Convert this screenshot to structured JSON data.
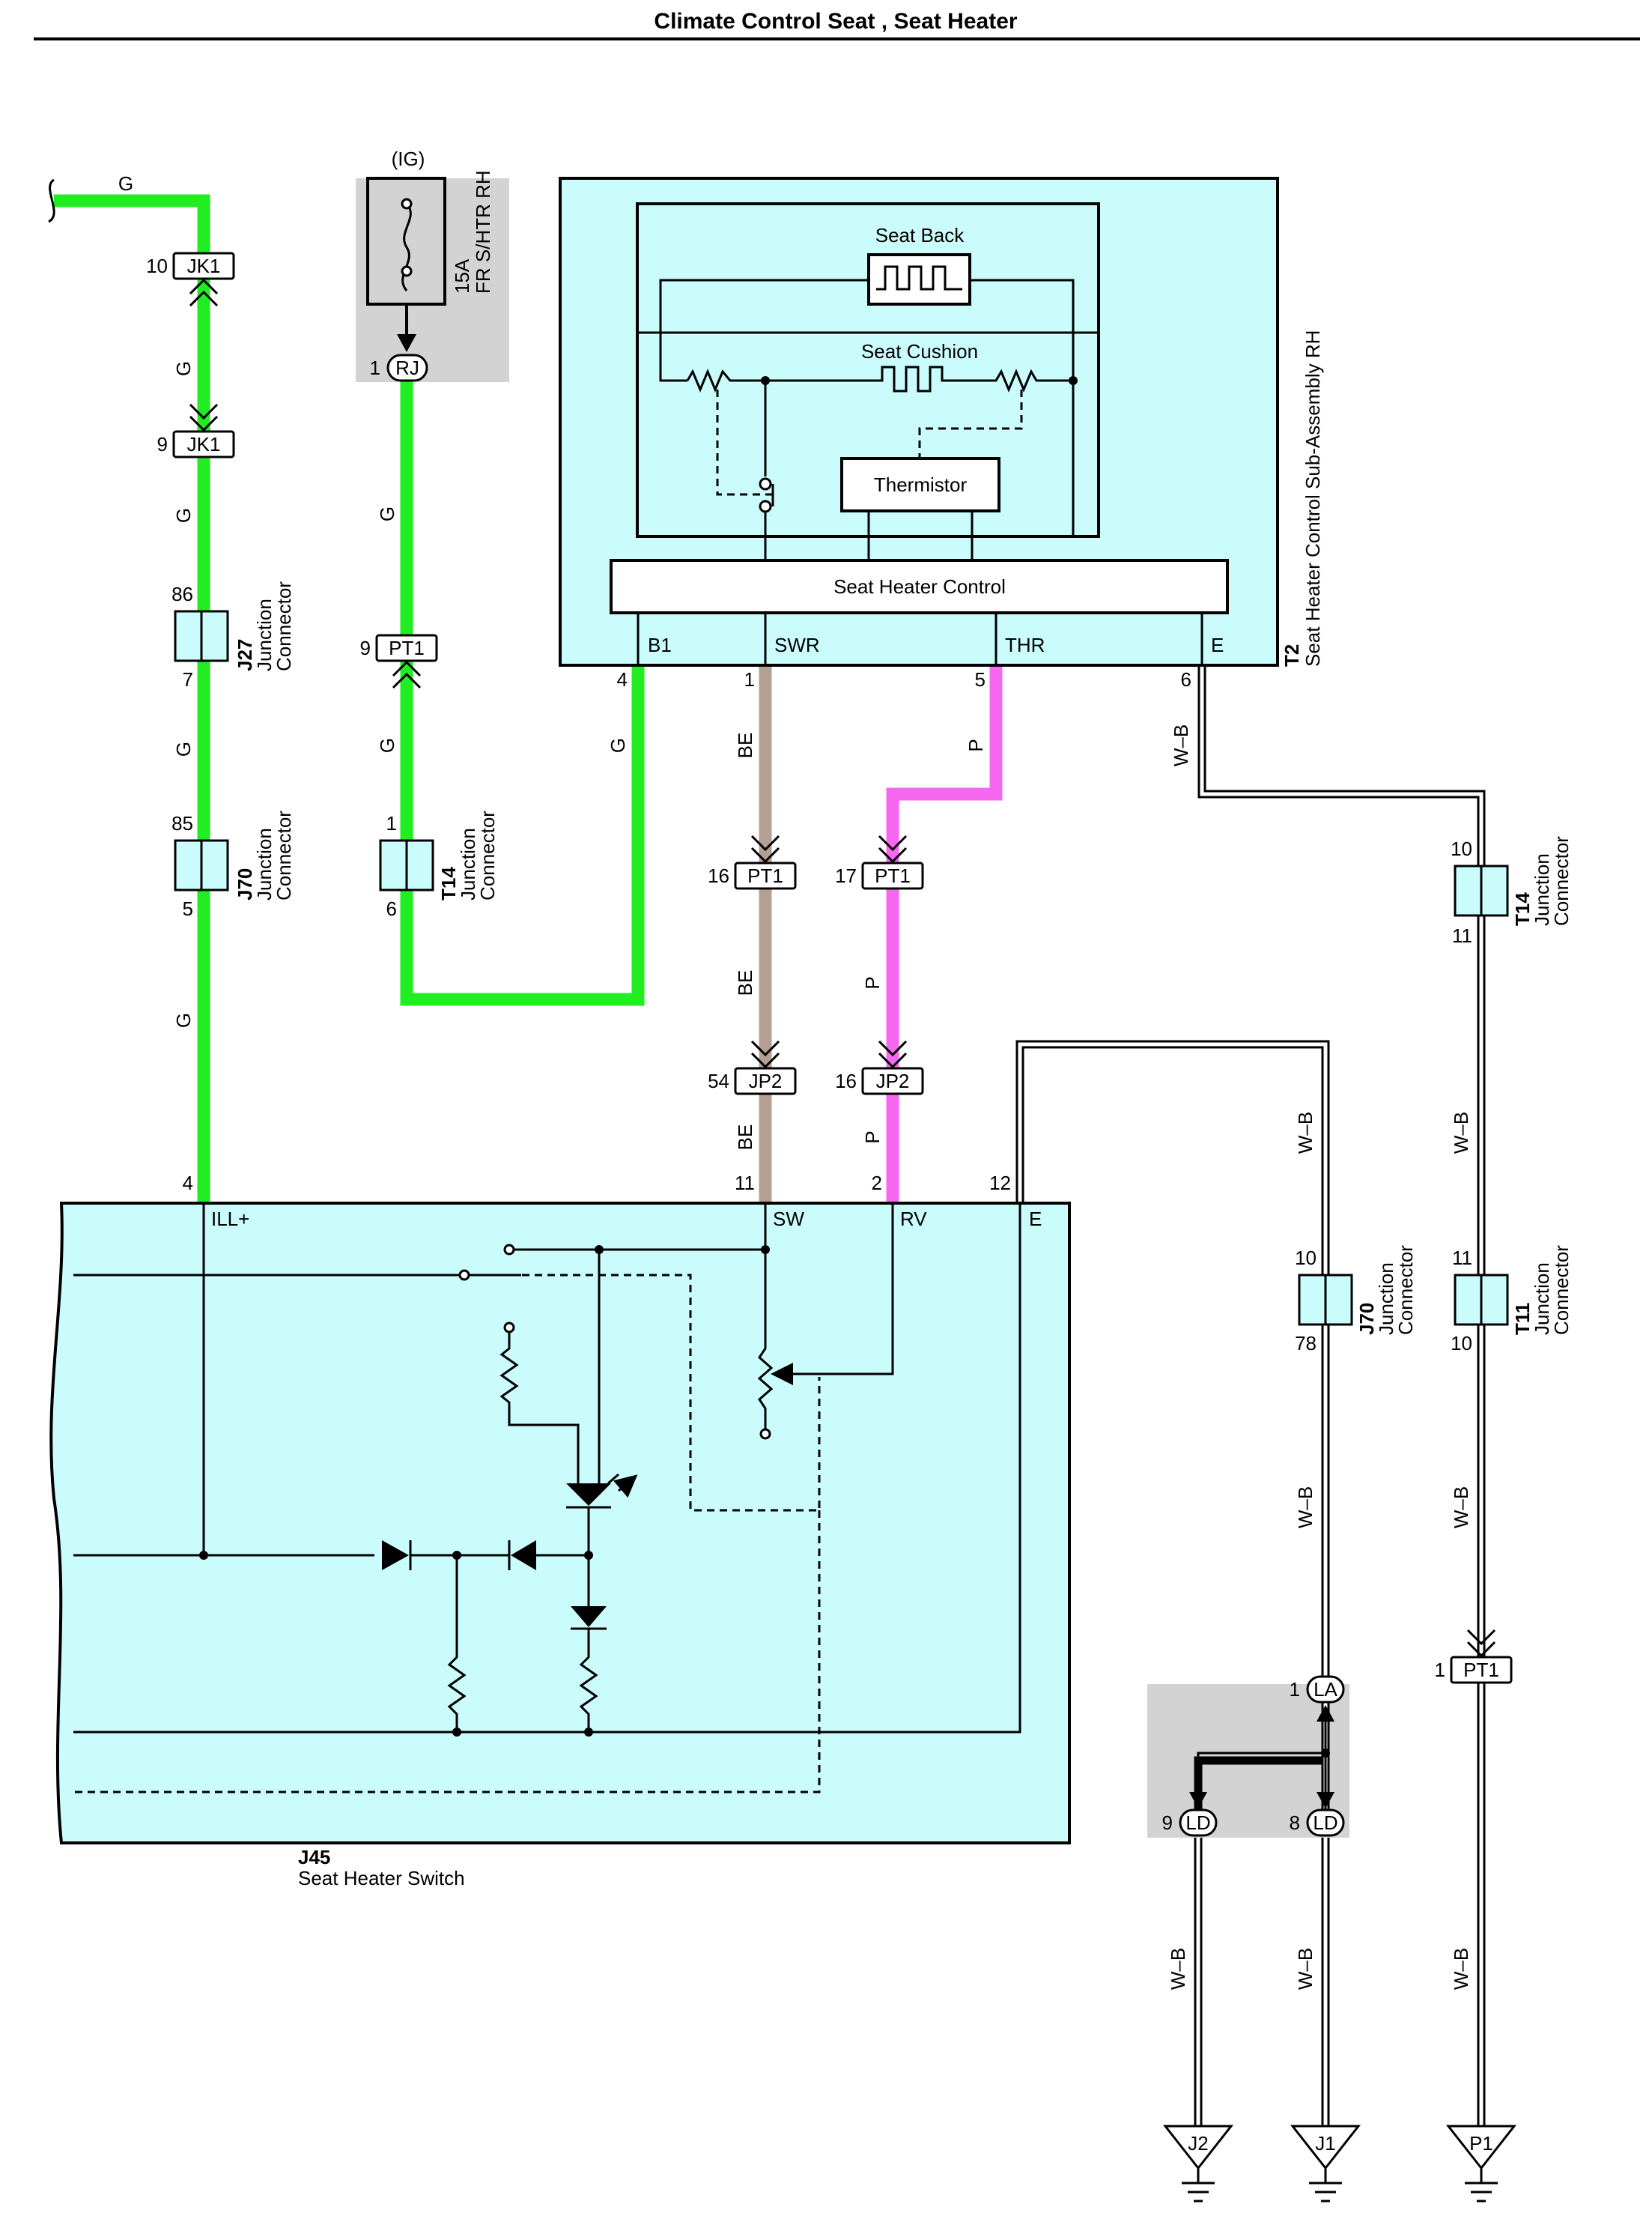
{
  "title": "Climate Control Seat , Seat Heater",
  "fuse": {
    "ig": "(IG)",
    "rating": "15A",
    "name": "FR S/HTR RH",
    "pin": "1",
    "connector": "RJ"
  },
  "module_t2": {
    "id": "T2",
    "name": "Seat Heater Control Sub-Assembly RH",
    "seat_back": "Seat Back",
    "seat_cushion": "Seat Cushion",
    "thermistor": "Thermistor",
    "controller": "Seat Heater Control",
    "terminals": {
      "b1": "B1",
      "swr": "SWR",
      "thr": "THR",
      "e": "E"
    },
    "pins": {
      "b1": "4",
      "swr": "1",
      "thr": "5",
      "e": "6"
    }
  },
  "switch_j45": {
    "id": "J45",
    "name": "Seat Heater Switch",
    "terminals": {
      "ill": "ILL+",
      "sw": "SW",
      "rv": "RV",
      "e": "E"
    },
    "pins": {
      "ill": "4",
      "sw": "11",
      "rv": "2",
      "e": "12"
    }
  },
  "junctions": {
    "j27": {
      "id": "J27",
      "label1": "Junction",
      "label2": "Connector",
      "pin_top": "86",
      "pin_bottom": "7"
    },
    "j70_left": {
      "id": "J70",
      "label1": "Junction",
      "label2": "Connector",
      "pin_top": "85",
      "pin_bottom": "5"
    },
    "t14_left": {
      "id": "T14",
      "label1": "Junction",
      "label2": "Connector",
      "pin_top": "1",
      "pin_bottom": "6"
    },
    "t14_right": {
      "id": "T14",
      "label1": "Junction",
      "label2": "Connector",
      "pin_top": "10",
      "pin_bottom": "11"
    },
    "j70_right": {
      "id": "J70",
      "label1": "Junction",
      "label2": "Connector",
      "pin_top": "10",
      "pin_bottom": "78"
    },
    "t11": {
      "id": "T11",
      "label1": "Junction",
      "label2": "Connector",
      "pin_top": "11",
      "pin_bottom": "10"
    }
  },
  "connectors": {
    "jk1_a": {
      "name": "JK1",
      "pin": "10"
    },
    "jk1_b": {
      "name": "JK1",
      "pin": "9"
    },
    "pt1_a": {
      "name": "PT1",
      "pin": "9"
    },
    "pt1_be": {
      "name": "PT1",
      "pin": "16"
    },
    "pt1_p": {
      "name": "PT1",
      "pin": "17"
    },
    "jp2_be": {
      "name": "JP2",
      "pin": "54"
    },
    "jp2_p": {
      "name": "JP2",
      "pin": "16"
    },
    "pt1_wb": {
      "name": "PT1",
      "pin": "1"
    },
    "la": {
      "name": "LA",
      "pin": "1"
    },
    "ld9": {
      "name": "LD",
      "pin": "9"
    },
    "ld8": {
      "name": "LD",
      "pin": "8"
    }
  },
  "grounds": {
    "j2": "J2",
    "j1": "J1",
    "p1": "P1"
  },
  "wire_colors": {
    "g": "G",
    "be": "BE",
    "p": "P",
    "wb": "W–B"
  },
  "colors": {
    "green": "#21ee21",
    "brown": "#b4a093",
    "pink": "#f768f0",
    "box": "#cbfcfc",
    "shade": "#d3d3d3"
  }
}
